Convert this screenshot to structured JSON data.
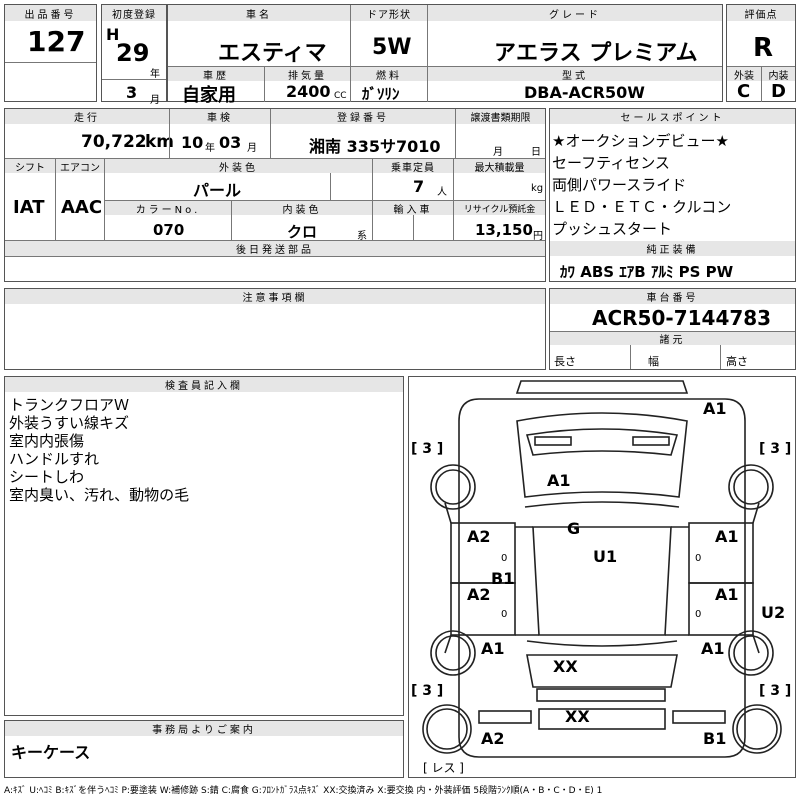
{
  "header": {
    "lot_no_label": "出品番号",
    "lot_no": "127",
    "first_reg_label": "初度登録",
    "era": "H",
    "year": "29",
    "year_unit": "年",
    "month": "3",
    "month_unit": "月",
    "car_name_label": "車名",
    "car_name": "エスティマ",
    "door_label": "ドア形状",
    "door": "5W",
    "grade_label": "グレード",
    "grade": "アエラス プレミアム",
    "score_label": "評価点",
    "score": "R",
    "history_label": "車歴",
    "history": "自家用",
    "displacement_label": "排気量",
    "displacement": "2400",
    "displacement_unit": "CC",
    "fuel_label": "燃料",
    "fuel": "ｶﾞｿﾘﾝ",
    "model_label": "型式",
    "model": "DBA-ACR50W",
    "exterior_label": "外装",
    "exterior": "C",
    "interior_label": "内装",
    "interior": "D"
  },
  "row2": {
    "mileage_label": "走行",
    "mileage": "70,722",
    "mileage_unit": "km",
    "inspection_label": "車検",
    "inspection_year": "10",
    "inspection_year_unit": "年",
    "inspection_month": "03",
    "inspection_month_unit": "月",
    "plate_label": "登録番号",
    "plate": "湘南 335サ7010",
    "transfer_label": "譲渡書類期限",
    "transfer_month_unit": "月",
    "transfer_day_unit": "日",
    "shift_label": "シフト",
    "shift": "IAT",
    "aircon_label": "エアコン",
    "aircon": "AAC",
    "color_label": "外装色",
    "color": "パール",
    "capacity_label": "乗車定員",
    "capacity": "7",
    "capacity_unit": "人",
    "load_label": "最大積載量",
    "load_unit": "kg",
    "color_no_label": "カラーNo.",
    "color_no": "070",
    "int_color_label": "内装色",
    "int_color": "クロ",
    "int_color_unit": "系",
    "import_label": "輸入車",
    "recycle_label": "リサイクル預託金",
    "recycle": "13,150",
    "recycle_unit": "円",
    "later_label": "後日発送部品"
  },
  "sales": {
    "label": "セールスポイント",
    "items": [
      "★オークションデビュー★",
      "セーフティセンス",
      "両側パワースライド",
      "ＬＥＤ・ＥＴＣ・クルコン",
      "プッシュスタート"
    ],
    "equip_label": "純正装備",
    "equip": "ｶﾜ ABS ｴｱB ｱﾙﾐ PS PW"
  },
  "notes": {
    "label": "注意事項欄"
  },
  "chassis": {
    "label": "車台番号",
    "value": "ACR50-7144783",
    "spec_label": "諸元",
    "length_label": "長さ",
    "width_label": "幅",
    "height_label": "高さ"
  },
  "inspector": {
    "label": "検査員記入欄",
    "lines": [
      "トランクフロアＷ",
      "外装うすい線キズ",
      "室内内張傷",
      "ハンドルすれ",
      "シートしわ",
      "室内臭い、汚れ、動物の毛"
    ]
  },
  "office": {
    "label": "事務局よりご案内",
    "text": "キーケース"
  },
  "diagram": {
    "marks": {
      "top_right": "A1",
      "bonnet": "A1",
      "roof_g": "G",
      "roof_u1": "U1",
      "front_door_l": "A2",
      "front_door_r": "A1",
      "pillar": "B1",
      "rear_door_l": "A2",
      "rear_door_r": "A1",
      "fender_l": "A1",
      "fender_r": "A1",
      "side_u2": "U2",
      "hatch": "XX",
      "rear_xx": "XX",
      "bottom_l": "A2",
      "bottom_r": "B1",
      "tire_fl": "[ 3 ]",
      "tire_fr": "[ 3 ]",
      "tire_rl": "[ 3 ]",
      "tire_rr": "[ 3 ]",
      "zero1": "0",
      "zero2": "0",
      "zero3": "0",
      "zero4": "0"
    },
    "spare": "[ レス ]"
  },
  "legend": "A:ｷｽﾞ U:ﾍｺﾐ B:ｷｽﾞを伴うﾍｺﾐ P:要塗装 W:補修跡 S:錆 C:腐食 G:ﾌﾛﾝﾄｶﾞﾗｽ点ｷｽﾞ XX:交換済み X:要交換 内・外装評価 5段階ﾗﾝｸ順(A・B・C・D・E) 1"
}
